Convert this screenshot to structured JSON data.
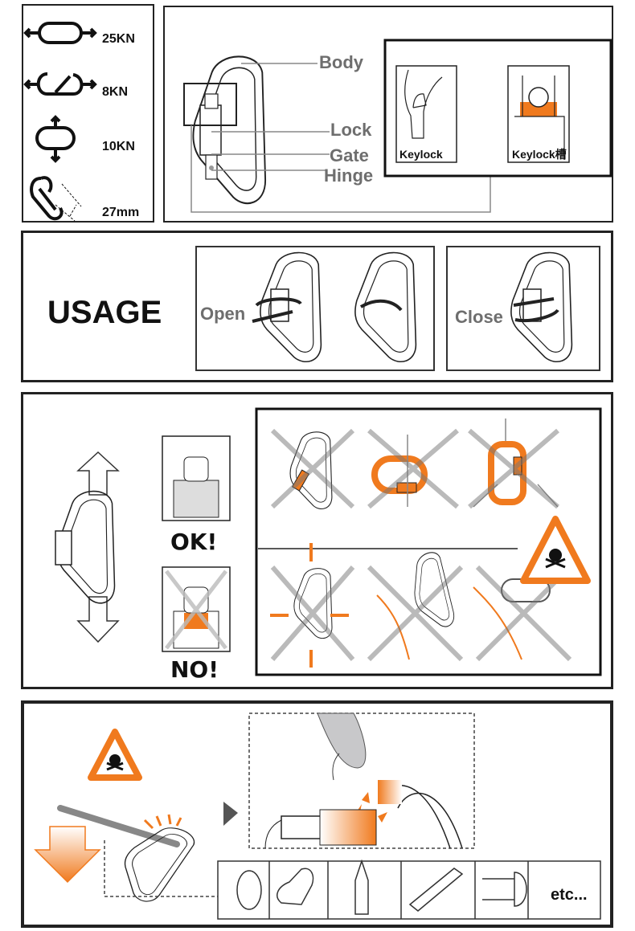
{
  "specs": [
    {
      "label": "25KN",
      "icon": "major-axis-strength-icon"
    },
    {
      "label": "8KN",
      "icon": "gate-open-strength-icon"
    },
    {
      "label": "10KN",
      "icon": "minor-axis-strength-icon"
    },
    {
      "label": "27mm",
      "icon": "gate-opening-icon"
    }
  ],
  "anatomy": {
    "body": "Body",
    "lock": "Lock",
    "gate": "Gate",
    "hinge": "Hinge",
    "keylock": "Keylock",
    "keylock_slot": "Keylock槽"
  },
  "usage": {
    "title": "USAGE",
    "open": "Open",
    "close": "Close"
  },
  "loading": {
    "ok": "OK!",
    "no": "NO!"
  },
  "compat": {
    "etc": "etc..."
  },
  "colors": {
    "accent": "#f07a1e",
    "outline": "#222222",
    "label_gray": "#6e6e6e",
    "fill_gray": "#c8c8ca"
  }
}
